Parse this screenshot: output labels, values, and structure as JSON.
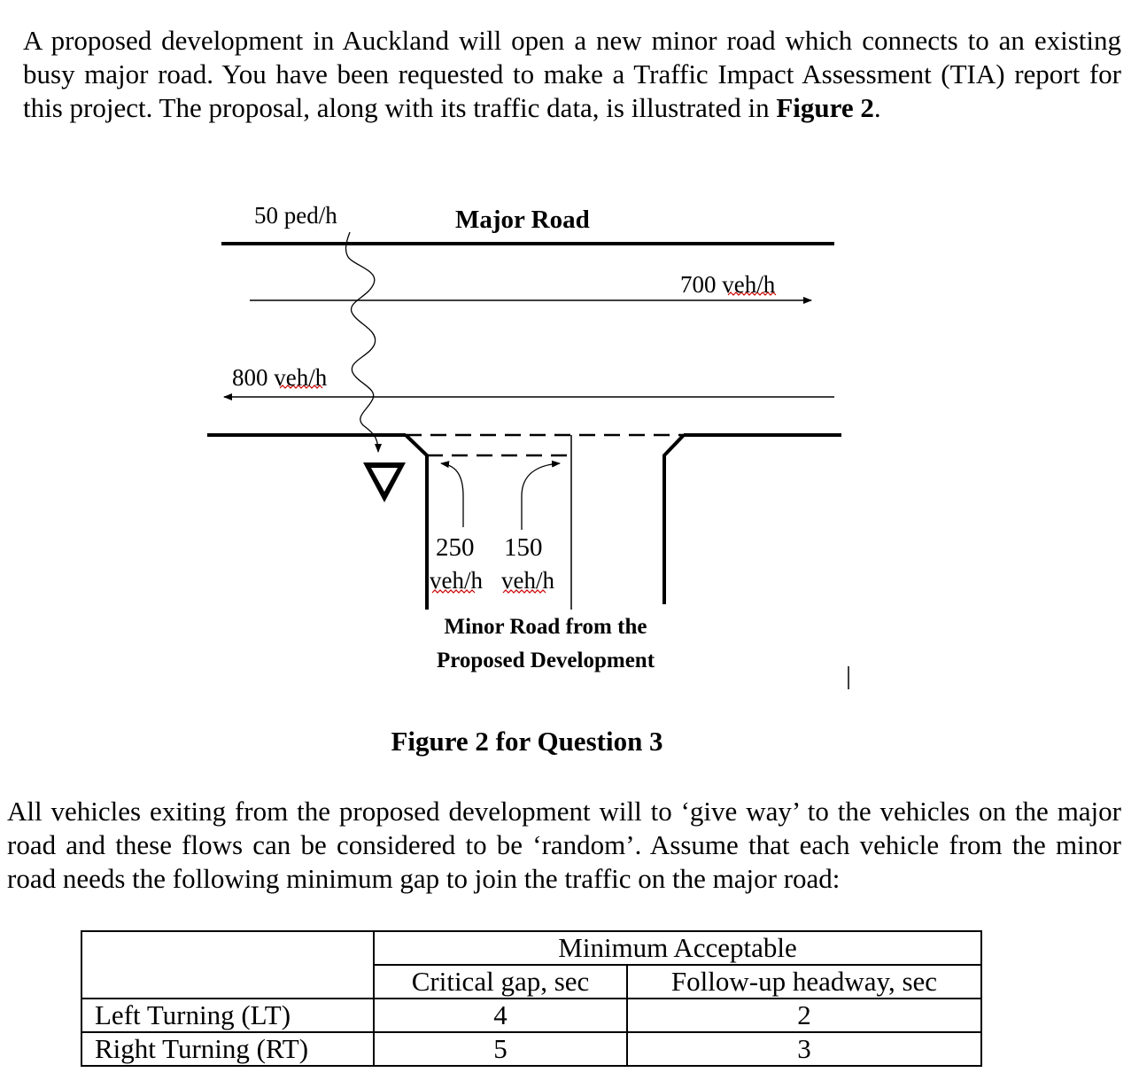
{
  "intro": {
    "text": "A proposed development in Auckland will open a new minor road which connects to an existing busy major road. You have been requested to make a Traffic Impact Assessment (TIA) report for this project. The proposal, along with its traffic data, is illustrated in ",
    "figure_ref": "Figure 2",
    "end": "."
  },
  "figure": {
    "ped_label": "50 ped/h",
    "major_road_label": "Major Road",
    "eastbound_flow": "700 veh/h",
    "westbound_flow": "800 veh/h",
    "minor_lt_value": "250",
    "minor_lt_unit": "veh/h",
    "minor_rt_value": "150",
    "minor_rt_unit": "veh/h",
    "minor_road_label_line1": "Minor Road from the",
    "minor_road_label_line2": "Proposed Development",
    "caption": "Figure 2 for Question 3"
  },
  "body_text": "All vehicles exiting from the proposed development will to ‘give way’ to the vehicles on the major road and these flows can be considered to be ‘random’. Assume that each vehicle from the minor road needs the following minimum gap to join the traffic on the major road:",
  "table": {
    "group_header": "Minimum Acceptable",
    "col1_header": "Critical gap, sec",
    "col2_header": "Follow-up headway, sec",
    "rows": [
      {
        "label": "Left Turning (LT)",
        "critical_gap": "4",
        "follow_up": "2"
      },
      {
        "label": "Right Turning (RT)",
        "critical_gap": "5",
        "follow_up": "3"
      }
    ]
  }
}
